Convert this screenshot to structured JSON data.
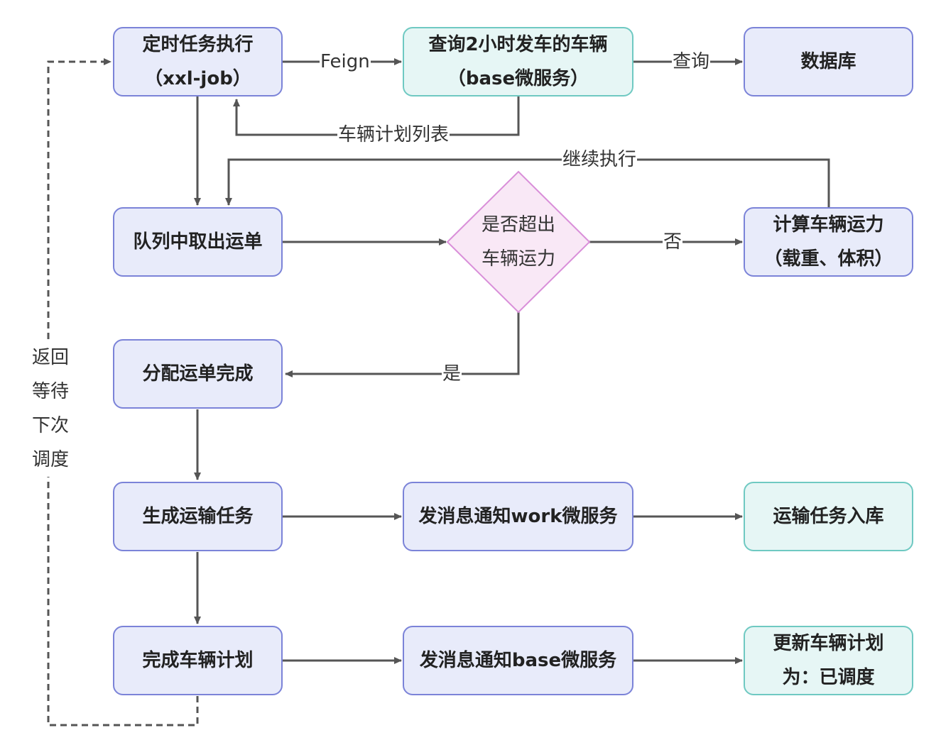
{
  "nodes": {
    "scheduled_task": {
      "line1": "定时任务执行",
      "line2": "（xxl-job）"
    },
    "query_vehicles": {
      "line1": "查询2小时发车的车辆",
      "line2": "（base微服务）"
    },
    "database": {
      "label": "数据库"
    },
    "dequeue_waybill": {
      "label": "队列中取出运单"
    },
    "capacity_check": {
      "line1": "是否超出",
      "line2": "车辆运力"
    },
    "calc_capacity": {
      "line1": "计算车辆运力",
      "line2": "（载重、体积）"
    },
    "assign_done": {
      "label": "分配运单完成"
    },
    "gen_transport_task": {
      "label": "生成运输任务"
    },
    "notify_work": {
      "label": "发消息通知work微服务"
    },
    "task_storage": {
      "label": "运输任务入库"
    },
    "complete_plan": {
      "label": "完成车辆计划"
    },
    "notify_base": {
      "label": "发消息通知base微服务"
    },
    "update_plan": {
      "line1": "更新车辆计划",
      "line2": "为：已调度"
    }
  },
  "edges": {
    "feign": "Feign",
    "query": "查询",
    "plan_list": "车辆计划列表",
    "continue_exec": "继续执行",
    "no": "否",
    "yes": "是",
    "return_wait": [
      "返回",
      "等待",
      "下次",
      "调度"
    ]
  },
  "colors": {
    "node_fill": "#e8ebfa",
    "node_border": "#7b83d8",
    "teal_fill": "#e6f6f5",
    "teal_border": "#6fc9c2",
    "diamond_fill": "#f9e8f6",
    "diamond_border": "#d98fd9",
    "edge": "#555555"
  }
}
